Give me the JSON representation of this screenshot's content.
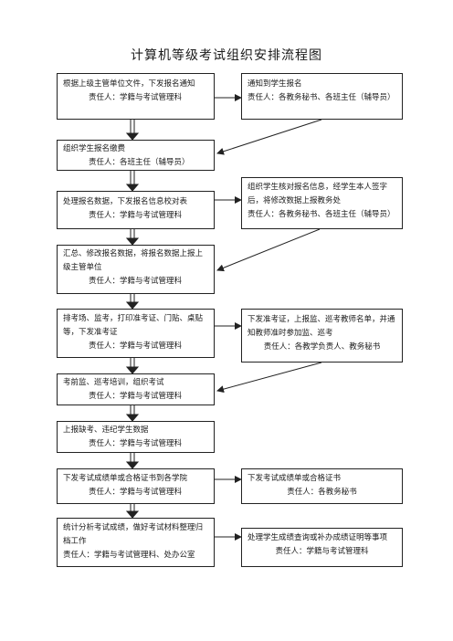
{
  "title": "计算机等级考试组织安排流程图",
  "steps": [
    {
      "text": "根据上级主管单位文件，下发报名通知",
      "resp": "责任人：学籍与考试管理科"
    },
    {
      "text": "组织学生报名缴费",
      "resp": "责任人：各班主任（辅导员）"
    },
    {
      "text": "处理报名数据，下发报名信息校对表",
      "resp": "责任人：学籍与考试管理科"
    },
    {
      "text": "汇总、修改报名数据，将报名数据上报上级主管单位",
      "resp": "责任人：学籍与考试管理科"
    },
    {
      "text": "排考场、监考，打印准考证、门贴、桌贴等，下发准考证",
      "resp": "责任人：学籍与考试管理科"
    },
    {
      "text": "考前监、巡考培训，组织考试",
      "resp": "责任人：学籍与考试管理科"
    },
    {
      "text": "上报缺考、违纪学生数据",
      "resp": "责任人：学籍与考试管理科"
    },
    {
      "text": "下发考试成绩单或合格证书到各学院",
      "resp": "责任人：学籍与考试管理科"
    },
    {
      "text": "统计分析考试成绩，做好考试材料整理归档工作",
      "resp": "责任人：学籍与考试管理科、处办公室"
    }
  ],
  "side": [
    {
      "text": "通知到学生报名",
      "resp": "责任人：各教务秘书、各班主任（辅导员）"
    },
    {
      "text": "组织学生核对报名信息，经学生本人签字后，将修改数据上报教务处",
      "resp": "责任人：各教务秘书、各班主任（辅导员）"
    },
    {
      "text": "下发准考证，上报监、巡考教师名单，并通知教师准时参加监、巡考",
      "resp": "责任人：各教学负责人、教务秘书"
    },
    {
      "text": "下发考试成绩单或合格证书",
      "resp": "责任人：各教务秘书"
    },
    {
      "text": "处理学生成绩查询或补办成绩证明等事项",
      "resp": "责任人：学籍与考试管理科"
    }
  ]
}
